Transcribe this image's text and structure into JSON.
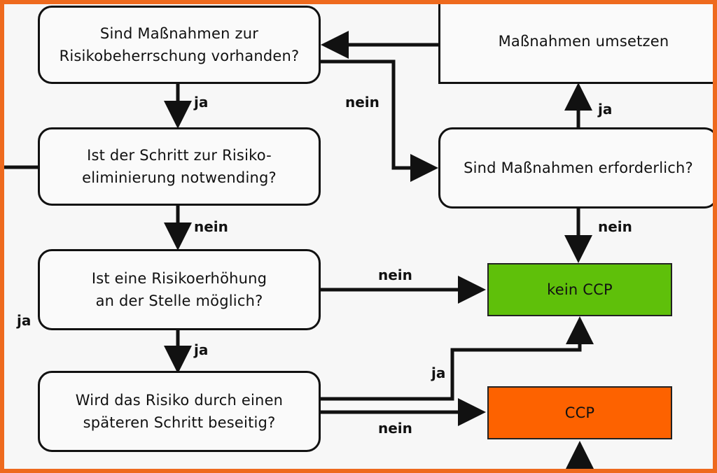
{
  "colors": {
    "frame": "#ee6a1e",
    "kein_ccp_fill": "#5fc00a",
    "ccp_fill": "#fd6200",
    "line": "#111111"
  },
  "nodes": {
    "q1": "Sind Maßnahmen zur\nRisikobeherrschung vorhanden?",
    "q2": "Ist der Schritt zur Risiko-\neliminierung notwending?",
    "q3": "Ist eine Risikoerhöhung\nan der Stelle möglich?",
    "q4": "Wird das Risiko durch einen\nspäteren Schritt beseitig?",
    "q5": "Sind Maßnahmen erforderlich?",
    "action": "Maßnahmen umsetzen",
    "result_kein": "kein CCP",
    "result_ccp": "CCP"
  },
  "edge_labels": {
    "q1_q2": "ja",
    "q2_q3": "nein",
    "q3_q4": "ja",
    "q1_q5": "nein",
    "q5_action": "ja",
    "q5_kein": "nein",
    "q3_kein": "nein",
    "q4_kein": "ja",
    "q4_ccp": "nein",
    "q2_left": "ja"
  }
}
